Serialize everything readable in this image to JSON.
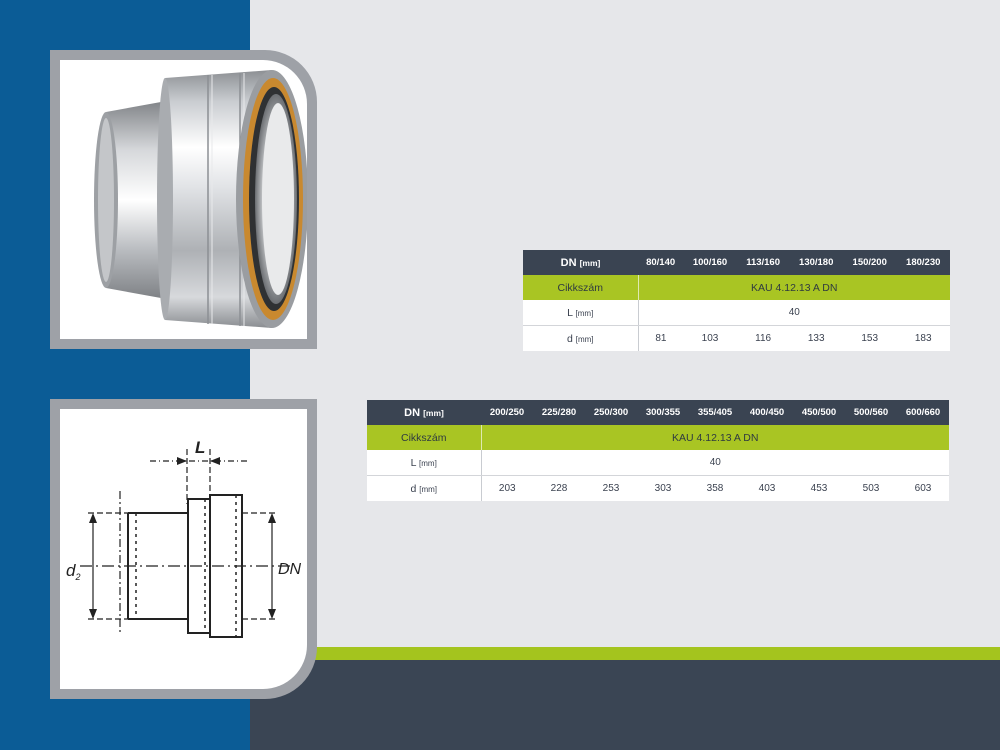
{
  "tables": [
    {
      "dn_label": "DN",
      "dn_unit": "[mm]",
      "sizes": [
        "80/140",
        "100/160",
        "113/160",
        "130/180",
        "150/200",
        "180/230"
      ],
      "cikkszam_label": "Cikkszám",
      "cikkszam_value": "KAU 4.12.13 A DN",
      "l_label": "L",
      "l_unit": "[mm]",
      "l_value": "40",
      "d_label": "d",
      "d_unit": "[mm]",
      "d_values": [
        "81",
        "103",
        "116",
        "133",
        "153",
        "183"
      ]
    },
    {
      "dn_label": "DN",
      "dn_unit": "[mm]",
      "sizes": [
        "200/250",
        "225/280",
        "250/300",
        "300/355",
        "355/405",
        "400/450",
        "450/500",
        "500/560",
        "600/660"
      ],
      "cikkszam_label": "Cikkszám",
      "cikkszam_value": "KAU 4.12.13 A DN",
      "l_label": "L",
      "l_unit": "[mm]",
      "l_value": "40",
      "d_label": "d",
      "d_unit": "[mm]",
      "d_values": [
        "203",
        "228",
        "253",
        "303",
        "358",
        "403",
        "453",
        "503",
        "603"
      ]
    }
  ],
  "drawing": {
    "l_label": "L",
    "d_label": "d",
    "d_subscript": "2",
    "dn_label": "DN"
  },
  "colors": {
    "blue": "#0b5c96",
    "green": "#a4c41e",
    "dark": "#3a4554",
    "frame": "#9ea1a7"
  }
}
